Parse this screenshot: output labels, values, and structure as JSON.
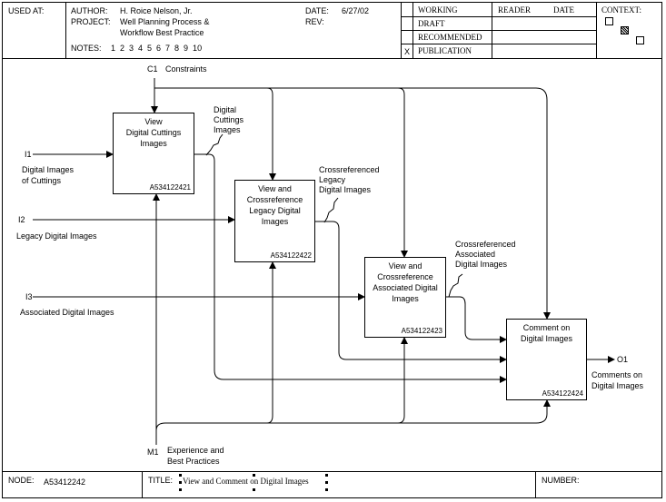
{
  "header": {
    "used_at_label": "USED AT:",
    "author_label": "AUTHOR:",
    "author": "H. Roice Nelson, Jr.",
    "project_label": "PROJECT:",
    "project_line1": "Well Planning Process &",
    "project_line2": "Workflow Best Practice",
    "notes_label": "NOTES:",
    "notes": "1  2  3  4  5  6  7  8  9  10",
    "date_label": "DATE:",
    "date": "6/27/02",
    "rev_label": "REV:",
    "status": [
      "WORKING",
      "DRAFT",
      "RECOMMENDED",
      "PUBLICATION"
    ],
    "status_mark": "X",
    "reader_label": "READER",
    "reader_date_label": "DATE",
    "context_label": "CONTEXT:"
  },
  "diagram": {
    "control": {
      "code": "C1",
      "label": "Constraints"
    },
    "mechanism": {
      "code": "M1",
      "label_line1": "Experience and",
      "label_line2": "Best Practices"
    },
    "output": {
      "code": "O1",
      "label_line1": "Comments on",
      "label_line2": "Digital Images"
    },
    "inputs": [
      {
        "code": "I1",
        "label_line1": "Digital Images",
        "label_line2": "of Cuttings"
      },
      {
        "code": "I2",
        "label_line1": "Legacy Digital Images",
        "label_line2": ""
      },
      {
        "code": "I3",
        "label_line1": "Associated Digital Images",
        "label_line2": ""
      }
    ],
    "boxes": [
      {
        "title": "View\nDigital Cuttings\nImages",
        "node": "A534122421"
      },
      {
        "title": "View and\nCrossreference\nLegacy Digital\nImages",
        "node": "A534122422"
      },
      {
        "title": "View and\nCrossreference\nAssociated Digital\nImages",
        "node": "A534122423"
      },
      {
        "title": "Comment on\nDigital Images",
        "node": "A534122424"
      }
    ],
    "arrow_labels": [
      {
        "lines": "Digital\nCuttings\nImages"
      },
      {
        "lines": "Crossreferenced\nLegacy\nDigital Images"
      },
      {
        "lines": "Crossreferenced\nAssociated\nDigital Images"
      }
    ]
  },
  "footer": {
    "node_label": "NODE:",
    "node": "A53412242",
    "title_label": "TITLE:",
    "title": "View and Comment on Digital Images",
    "number_label": "NUMBER:"
  }
}
